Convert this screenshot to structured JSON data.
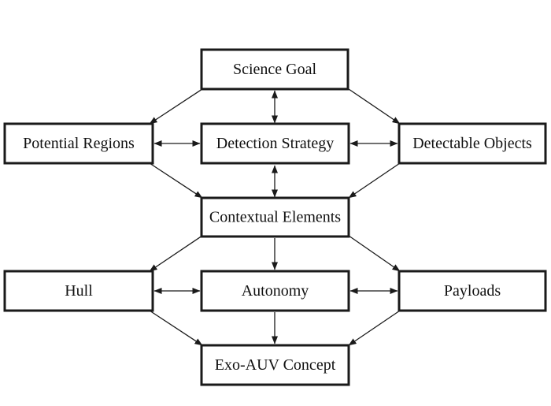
{
  "nodes": {
    "science_goal": "Science Goal",
    "potential_regions": "Potential Regions",
    "detection_strategy": "Detection Strategy",
    "detectable_objects": "Detectable Objects",
    "contextual_elements": "Contextual Elements",
    "hull": "Hull",
    "autonomy": "Autonomy",
    "payloads": "Payloads",
    "exo_auv_concept": "Exo-AUV Concept"
  },
  "edges": [
    {
      "from": "science_goal",
      "to": "potential_regions",
      "direction": "forward"
    },
    {
      "from": "science_goal",
      "to": "detection_strategy",
      "direction": "both"
    },
    {
      "from": "science_goal",
      "to": "detectable_objects",
      "direction": "forward"
    },
    {
      "from": "potential_regions",
      "to": "detection_strategy",
      "direction": "both"
    },
    {
      "from": "detection_strategy",
      "to": "detectable_objects",
      "direction": "both"
    },
    {
      "from": "potential_regions",
      "to": "contextual_elements",
      "direction": "forward"
    },
    {
      "from": "detection_strategy",
      "to": "contextual_elements",
      "direction": "both"
    },
    {
      "from": "detectable_objects",
      "to": "contextual_elements",
      "direction": "forward"
    },
    {
      "from": "contextual_elements",
      "to": "hull",
      "direction": "forward"
    },
    {
      "from": "contextual_elements",
      "to": "autonomy",
      "direction": "forward"
    },
    {
      "from": "contextual_elements",
      "to": "payloads",
      "direction": "forward"
    },
    {
      "from": "hull",
      "to": "autonomy",
      "direction": "both"
    },
    {
      "from": "autonomy",
      "to": "payloads",
      "direction": "both"
    },
    {
      "from": "hull",
      "to": "exo_auv_concept",
      "direction": "forward"
    },
    {
      "from": "autonomy",
      "to": "exo_auv_concept",
      "direction": "forward"
    },
    {
      "from": "payloads",
      "to": "exo_auv_concept",
      "direction": "forward"
    }
  ],
  "colors": {
    "line": "#1a1a1a",
    "box_fill": "#ffffff",
    "text": "#111111"
  }
}
